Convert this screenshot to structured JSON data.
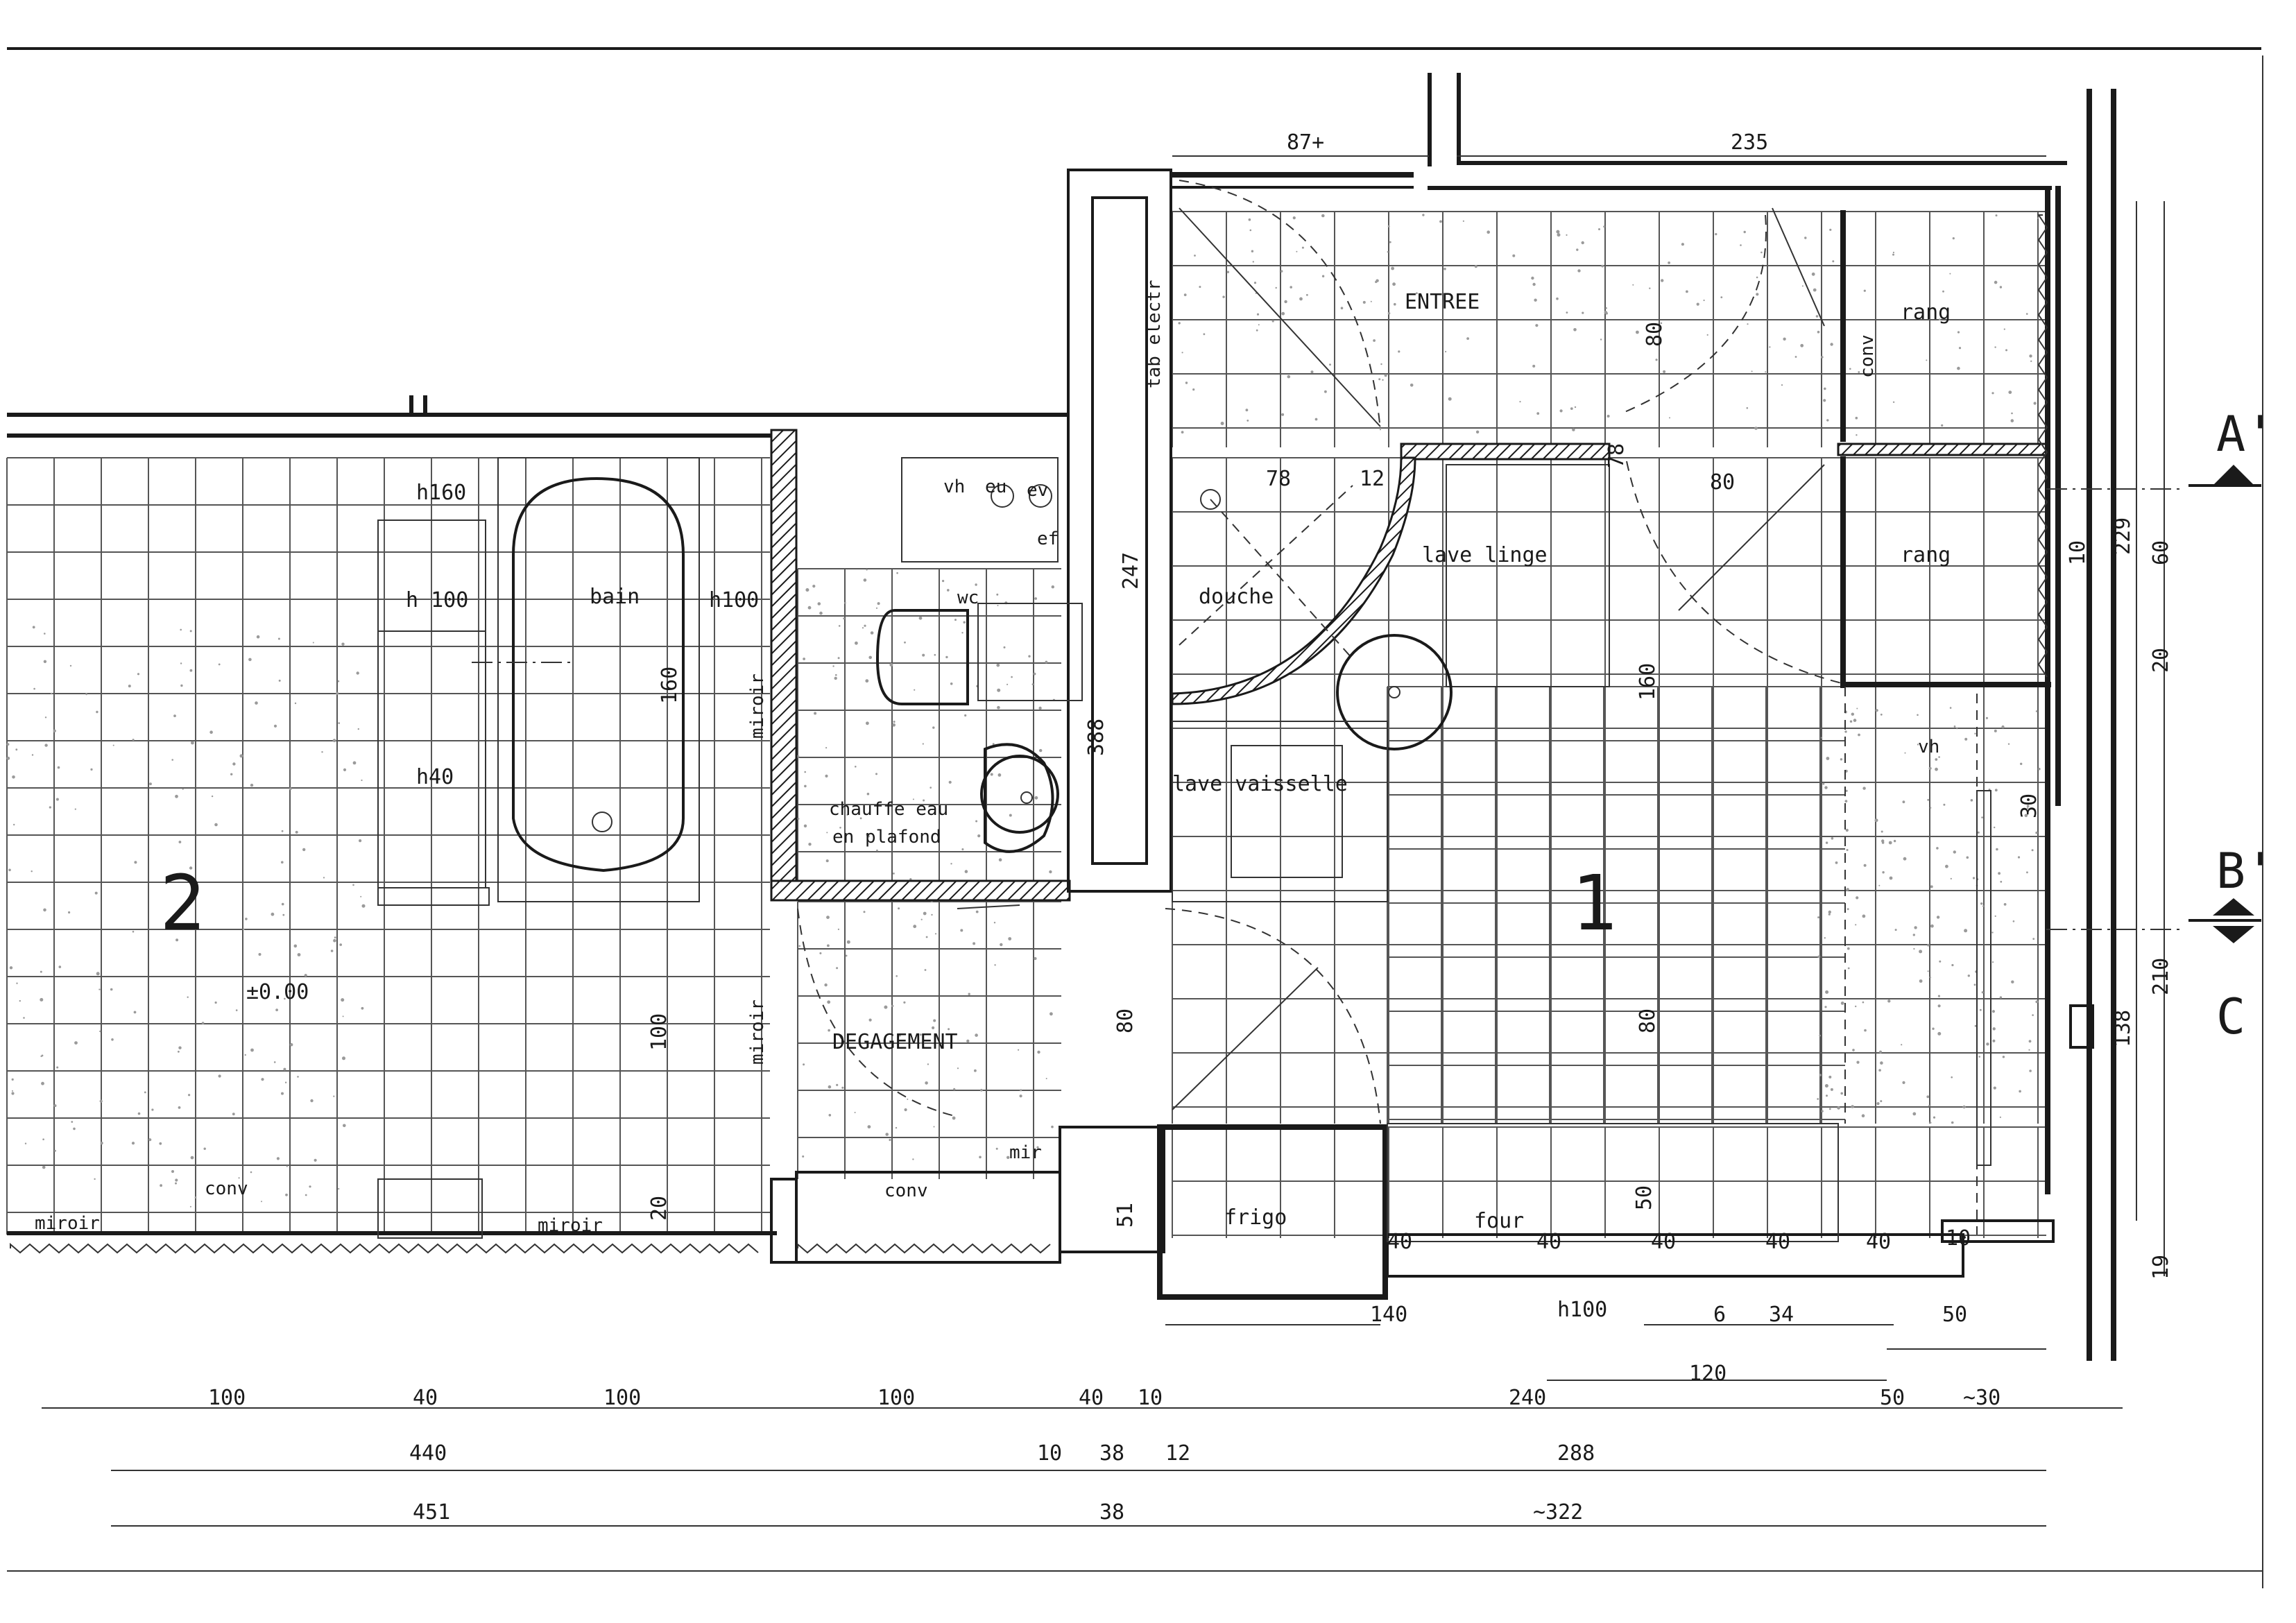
{
  "rooms": {
    "entree": "ENTREE",
    "douche": "douche",
    "bain": "bain",
    "degagement": "DEGAGEMENT",
    "chauffe_eau_1": "chauffe eau",
    "chauffe_eau_2": "en plafond",
    "lave_linge": "lave linge",
    "lave_vaisselle": "lave vaisselle",
    "frigo": "frigo",
    "four": "four",
    "rang_top": "rang",
    "rang_mid": "rang",
    "room_2": "2",
    "room_1": "1",
    "level": "±0.00"
  },
  "fixtures": {
    "tab_electr": "tab electr",
    "conv_top": "conv",
    "conv_bottom_left": "conv",
    "conv_bottom_mid": "conv",
    "miroir_v1": "miroir",
    "miroir_v2": "miroir",
    "miroir_b1": "miroir",
    "miroir_b2": "miroir",
    "mir": "mir",
    "vh_top": "vh",
    "eu": "eu",
    "ev": "ev",
    "ef": "ef",
    "wc": "wc",
    "vh_right": "vh"
  },
  "heights": {
    "h160": "h160",
    "h100_left": "h 100",
    "h100_right": "h100",
    "h40": "h40",
    "h100_bottom": "h100"
  },
  "dimensions": {
    "d87": "87+",
    "d235": "235",
    "d78": "78",
    "d12": "12",
    "d78v": "78",
    "d80_entree": "80",
    "d80_top": "80",
    "d247": "247",
    "d388": "388",
    "d160_bath": "160",
    "d160_kitchen": "160",
    "d100_bath": "100",
    "d20_bath": "20",
    "d80_deg": "80",
    "d80_kitchen": "80",
    "d50_kitchen": "50",
    "d51": "51",
    "d40a": "40",
    "d40b": "40",
    "d40c": "40",
    "d40d": "40",
    "d40e": "40",
    "d10_r": "10",
    "d30_r": "30",
    "d10_w": "10",
    "d20_w": "20",
    "d229": "229",
    "d60": "60",
    "d210": "210",
    "d138": "138",
    "d19": "19",
    "d140": "140",
    "d6": "6",
    "d34": "34",
    "d50_b": "50",
    "d120": "120",
    "d240": "240",
    "d50_c": "50",
    "d30_c": "~30",
    "row1": [
      "100",
      "40",
      "100",
      "100",
      "40",
      "10"
    ],
    "row2": [
      "440",
      "10",
      "38",
      "12",
      "288"
    ],
    "row3": [
      "451",
      "38",
      "~322"
    ]
  },
  "sections": {
    "a": "A'",
    "b": "B'",
    "c": "C"
  }
}
